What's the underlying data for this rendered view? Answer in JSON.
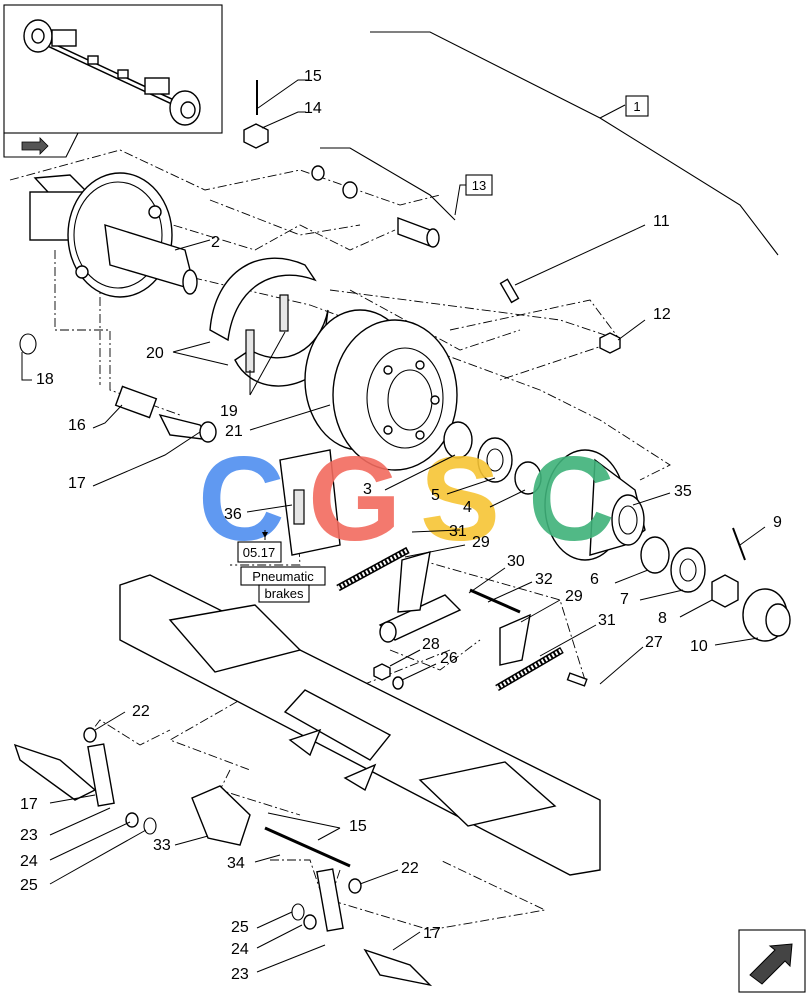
{
  "labels": {
    "l1": "1",
    "l2": "2",
    "l3": "3",
    "l4": "4",
    "l5": "5",
    "l6": "6",
    "l7": "7",
    "l8": "8",
    "l9": "9",
    "l10": "10",
    "l11": "11",
    "l12": "12",
    "l13": "13",
    "l14": "14",
    "l15a": "15",
    "l15b": "15",
    "l16": "16",
    "l17a": "17",
    "l17b": "17",
    "l17c": "17",
    "l18": "18",
    "l19": "19",
    "l20": "20",
    "l21": "21",
    "l22a": "22",
    "l22b": "22",
    "l23a": "23",
    "l23b": "23",
    "l24a": "24",
    "l24b": "24",
    "l25a": "25",
    "l25b": "25",
    "l26": "26",
    "l27": "27",
    "l28": "28",
    "l29a": "29",
    "l29b": "29",
    "l30": "30",
    "l31a": "31",
    "l31b": "31",
    "l32": "32",
    "l33": "33",
    "l34": "34",
    "l35": "35",
    "l36": "36"
  },
  "refs": {
    "section_ref": "05.17",
    "pneumatic": "Pneumatic",
    "brakes": "brakes"
  },
  "watermark": {
    "letters": [
      "C",
      "G",
      "S",
      "C"
    ],
    "colors": [
      "#4f8ff0",
      "#f26b5f",
      "#f7c535",
      "#3fb27a"
    ]
  }
}
